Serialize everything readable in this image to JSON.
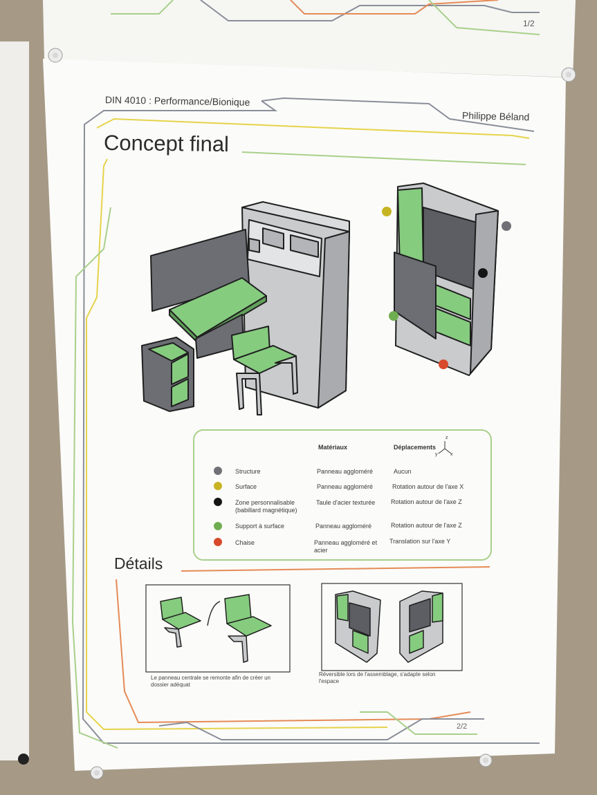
{
  "poster": {
    "header_left": "DIN 4010 : Performance/Bionique",
    "header_right": "Philippe Béland",
    "title": "Concept final",
    "details_title": "Détails",
    "page_top": "1/2",
    "page_bottom": "2/2"
  },
  "legend": {
    "col_materials": "Matériaux",
    "col_movements": "Déplacements",
    "axis_labels": [
      "z",
      "y",
      "x"
    ],
    "rows": [
      {
        "color": "#707076",
        "name": "Structure",
        "material": "Panneau aggloméré",
        "movement": "Aucun"
      },
      {
        "color": "#c7b423",
        "name": "Surface",
        "material": "Panneau aggloméré",
        "movement": "Rotation autour de l'axe X"
      },
      {
        "color": "#151515",
        "name": "Zone personnalisable (babillard magnétique)",
        "material": "Taule d'acier texturée",
        "movement": "Rotation autour de l'axe Z"
      },
      {
        "color": "#6fae50",
        "name": "Support à surface",
        "material": "Panneau aggloméré",
        "movement": "Rotation autour de l'axe Z"
      },
      {
        "color": "#d84a2c",
        "name": "Chaise",
        "material": "Panneau aggloméré et acier",
        "movement": "Translation sur l'axe Y"
      }
    ]
  },
  "details": {
    "caption_left": "Le panneau centrale se remonte afin de créer un dossier adéquat",
    "caption_right": "Réversible lors de l'assemblage, s'adapte selon l'espace"
  },
  "colors": {
    "board": "#a69a87",
    "paper": "#fbfbf9",
    "line_gray": "#8a8e99",
    "line_yellow": "#e6d34a",
    "line_green": "#a8d08a",
    "line_orange": "#e58a55",
    "furniture_green": "#7ec47a",
    "furniture_gray": "#6e7078",
    "furniture_light": "#c4c6c8"
  }
}
